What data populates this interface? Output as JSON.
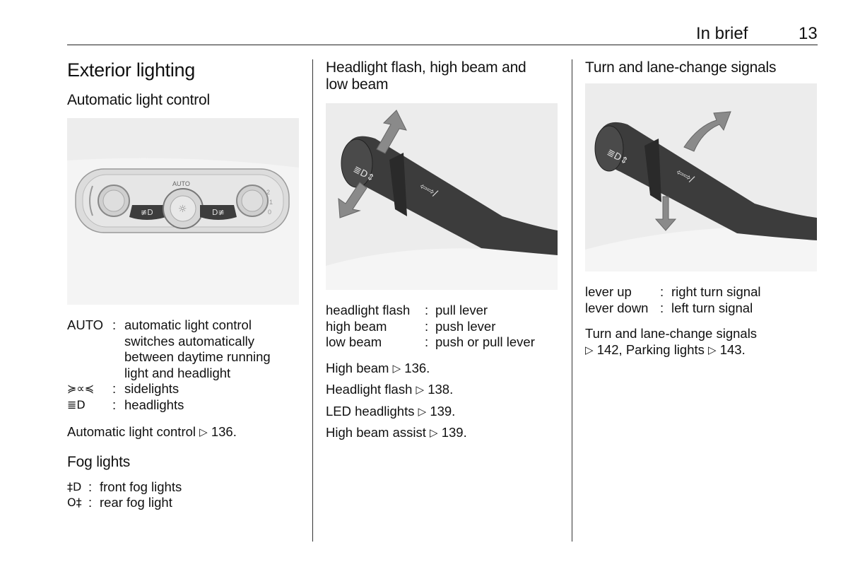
{
  "header": {
    "section": "In brief",
    "page": "13"
  },
  "col1": {
    "title": "Exterior lighting",
    "subtitle": "Automatic light control",
    "figure": {
      "auto_label": "AUTO"
    },
    "legend_auto": {
      "key": "AUTO",
      "sep": ":",
      "lines": [
        "automatic light control",
        "switches automatically",
        "between daytime running",
        "light and headlight"
      ]
    },
    "legend_rows": [
      {
        "icon": "sidelights-icon",
        "sep": ":",
        "text": "sidelights"
      },
      {
        "icon": "headlights-icon",
        "sep": ":",
        "text": "headlights"
      }
    ],
    "ref": {
      "text": "Automatic light control",
      "page": "136."
    },
    "fog_title": "Fog lights",
    "fog_rows": [
      {
        "icon": "front-fog-icon",
        "sep": ":",
        "text": "front fog lights"
      },
      {
        "icon": "rear-fog-icon",
        "sep": ":",
        "text": "rear fog light"
      }
    ]
  },
  "col2": {
    "title_lines": [
      "Headlight flash, high beam and",
      "low beam"
    ],
    "legend": [
      {
        "key": "headlight flash",
        "sep": ":",
        "value": "pull lever"
      },
      {
        "key": "high beam",
        "sep": ":",
        "value": "push lever"
      },
      {
        "key": "low beam",
        "sep": ":",
        "value": "push or pull lever"
      }
    ],
    "refs": [
      {
        "text": "High beam",
        "page": "136."
      },
      {
        "text": "Headlight flash",
        "page": "138."
      },
      {
        "text": "LED headlights",
        "page": "139."
      },
      {
        "text": "High beam assist",
        "page": "139."
      }
    ]
  },
  "col3": {
    "title": "Turn and lane-change signals",
    "legend": [
      {
        "key": "lever up",
        "sep": ":",
        "value": "right turn signal"
      },
      {
        "key": "lever down",
        "sep": ":",
        "value": "left turn signal"
      }
    ],
    "ref_line1": "Turn and lane-change signals",
    "ref_line2": {
      "page1": "142, Parking lights",
      "page2": "143."
    }
  },
  "colors": {
    "rule": "#222222",
    "figure_bg": "#ececec",
    "lever": "#3a3a3a",
    "arrow": "#8a8a8a"
  }
}
